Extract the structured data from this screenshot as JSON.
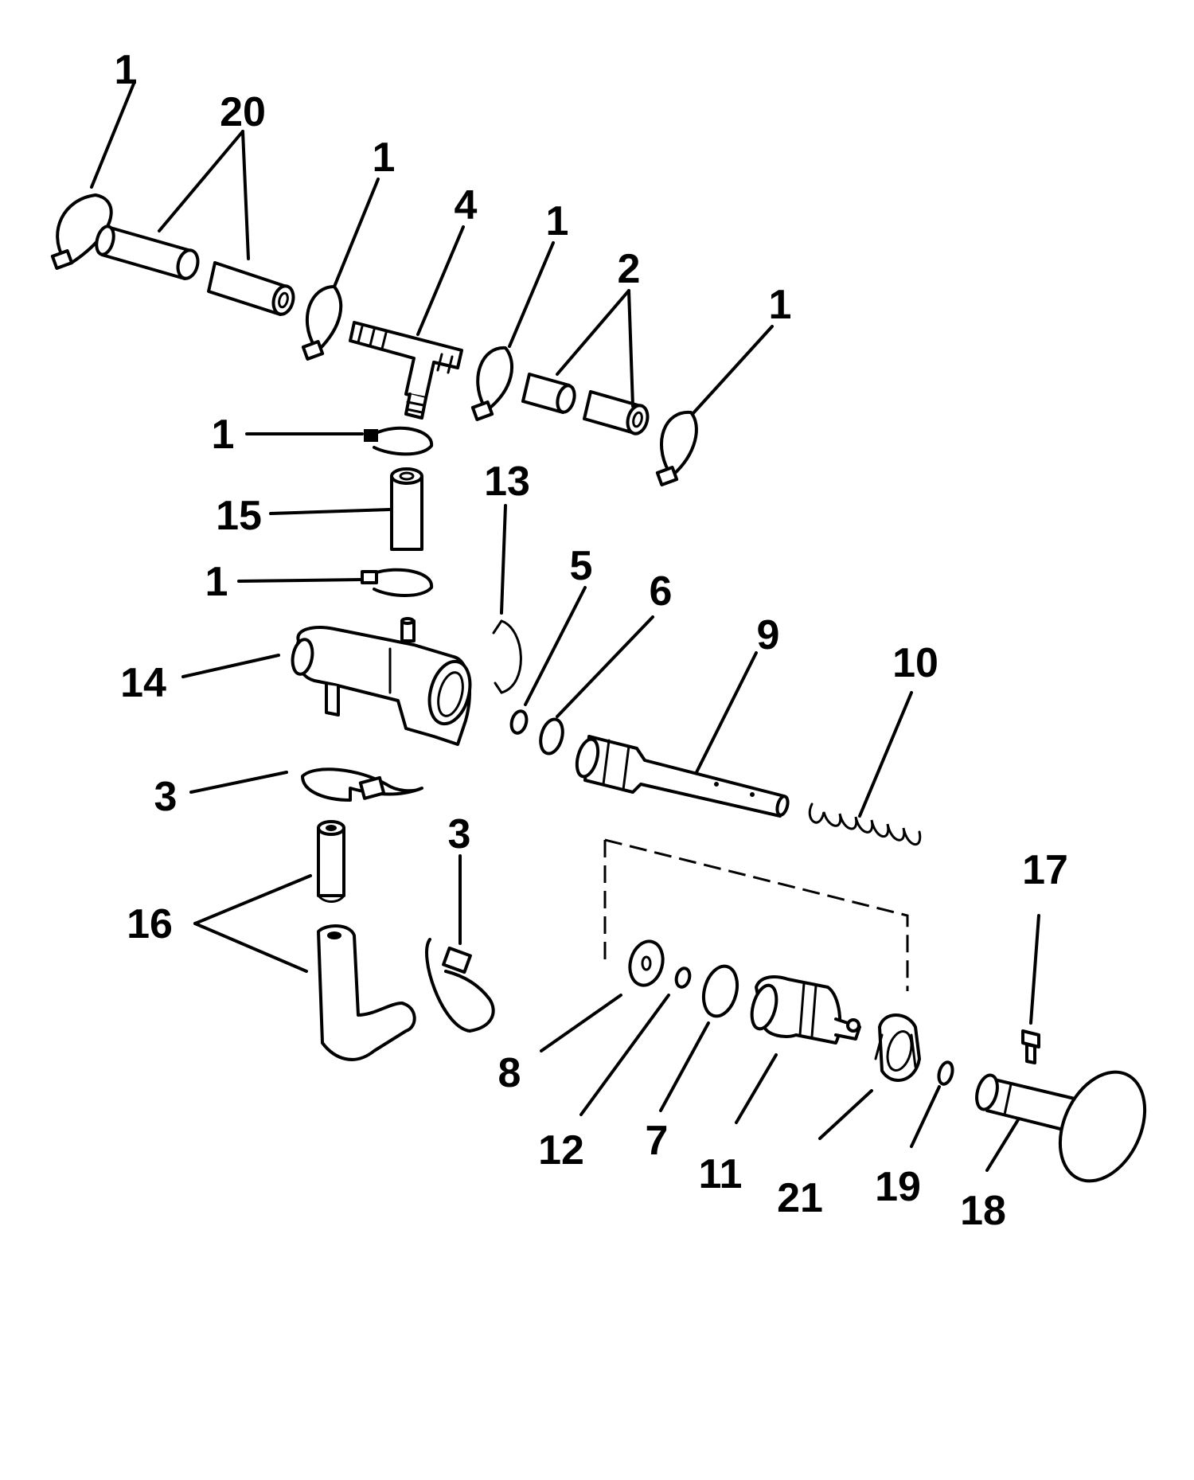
{
  "callouts": [
    {
      "id": "c1a",
      "text": "1"
    },
    {
      "id": "c20",
      "text": "20"
    },
    {
      "id": "c1b",
      "text": "1"
    },
    {
      "id": "c4",
      "text": "4"
    },
    {
      "id": "c1c",
      "text": "1"
    },
    {
      "id": "c2",
      "text": "2"
    },
    {
      "id": "c1d",
      "text": "1"
    },
    {
      "id": "c1e",
      "text": "1"
    },
    {
      "id": "c15",
      "text": "15"
    },
    {
      "id": "c13",
      "text": "13"
    },
    {
      "id": "c1f",
      "text": "1"
    },
    {
      "id": "c5",
      "text": "5"
    },
    {
      "id": "c6",
      "text": "6"
    },
    {
      "id": "c9",
      "text": "9"
    },
    {
      "id": "c10",
      "text": "10"
    },
    {
      "id": "c14",
      "text": "14"
    },
    {
      "id": "c3a",
      "text": "3"
    },
    {
      "id": "c3b",
      "text": "3"
    },
    {
      "id": "c16",
      "text": "16"
    },
    {
      "id": "c17",
      "text": "17"
    },
    {
      "id": "c8",
      "text": "8"
    },
    {
      "id": "c12",
      "text": "12"
    },
    {
      "id": "c7",
      "text": "7"
    },
    {
      "id": "c11",
      "text": "11"
    },
    {
      "id": "c21",
      "text": "21"
    },
    {
      "id": "c19",
      "text": "19"
    },
    {
      "id": "c18",
      "text": "18"
    }
  ]
}
